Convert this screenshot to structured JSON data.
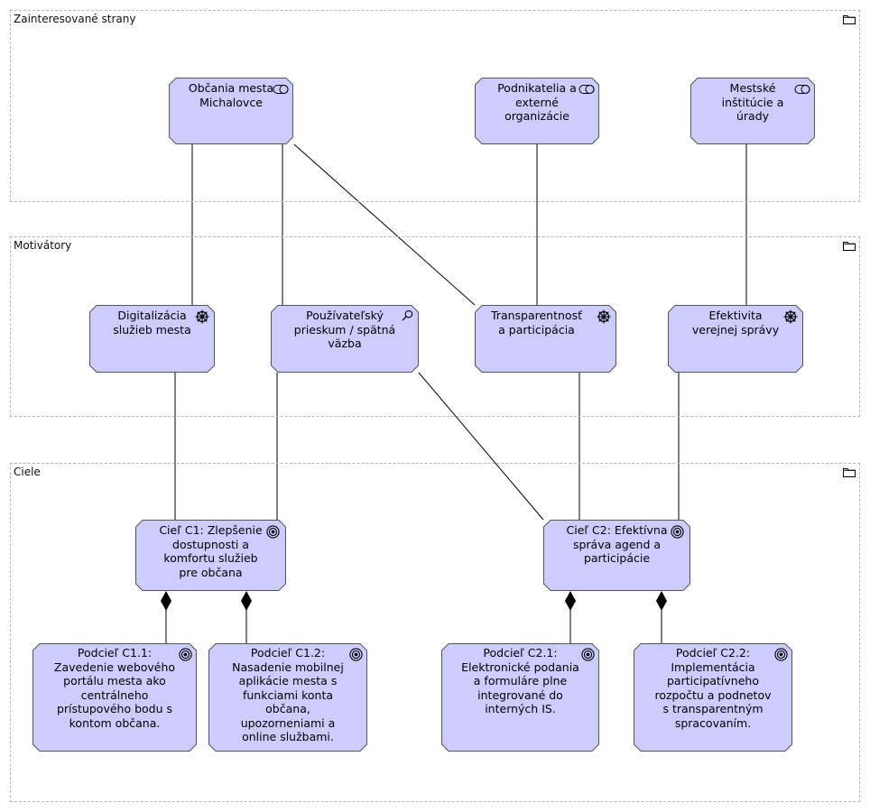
{
  "colors": {
    "fill": "#ccccff",
    "stroke": "#555555",
    "line": "#000000",
    "group_border": "#b8b8b8"
  },
  "groups": {
    "stakeholders": "Zainteresované strany",
    "drivers": "Motivátory",
    "goals": "Ciele"
  },
  "stakeholders": {
    "citizens": {
      "label": "Občania mesta\nMichalovce",
      "icon": "stakeholder-icon"
    },
    "businesses": {
      "label": "Podnikatelia a\nexterné\norganizácie",
      "icon": "stakeholder-icon"
    },
    "institutions": {
      "label": "Mestské\ninštitúcie a\núrady",
      "icon": "stakeholder-icon"
    }
  },
  "drivers": {
    "digitalization": {
      "label": "Digitalizácia\nslužieb mesta",
      "icon": "driver-icon"
    },
    "survey": {
      "label": "Používateľský\nprieskum / spätná\nväzba",
      "icon": "assessment-icon"
    },
    "transparency": {
      "label": "Transparentnosť\na participácia",
      "icon": "driver-icon"
    },
    "efficiency": {
      "label": "Efektivita\nverejnej správy",
      "icon": "driver-icon"
    }
  },
  "goals": {
    "c1": {
      "label": "Cieľ C1: Zlepšenie\ndostupnosti a\nkomfortu služieb\npre občana",
      "icon": "goal-icon"
    },
    "c2": {
      "label": "Cieľ C2: Efektívna\nspráva agend a\nparticipácie",
      "icon": "goal-icon"
    },
    "c11": {
      "label": "Podcieľ C1.1:\nZavedenie webového\nportálu mesta ako\ncentrálneho\nprístupového bodu s\nkontom občana.",
      "icon": "goal-icon"
    },
    "c12": {
      "label": "Podcieľ C1.2:\nNasadenie mobilnej\naplikácie mesta s\nfunkciami konta\nobčana,\nupozorneniami a\nonline službami.",
      "icon": "goal-icon"
    },
    "c21": {
      "label": "Podcieľ C2.1:\nElektronické podania\na formuláre plne\nintegrované do\ninterných IS.",
      "icon": "goal-icon"
    },
    "c22": {
      "label": "Podcieľ C2.2:\nImplementácia\nparticipatívneho\nrozpočtu a podnetov\ns transparentným\nspracovaním.",
      "icon": "goal-icon"
    }
  }
}
